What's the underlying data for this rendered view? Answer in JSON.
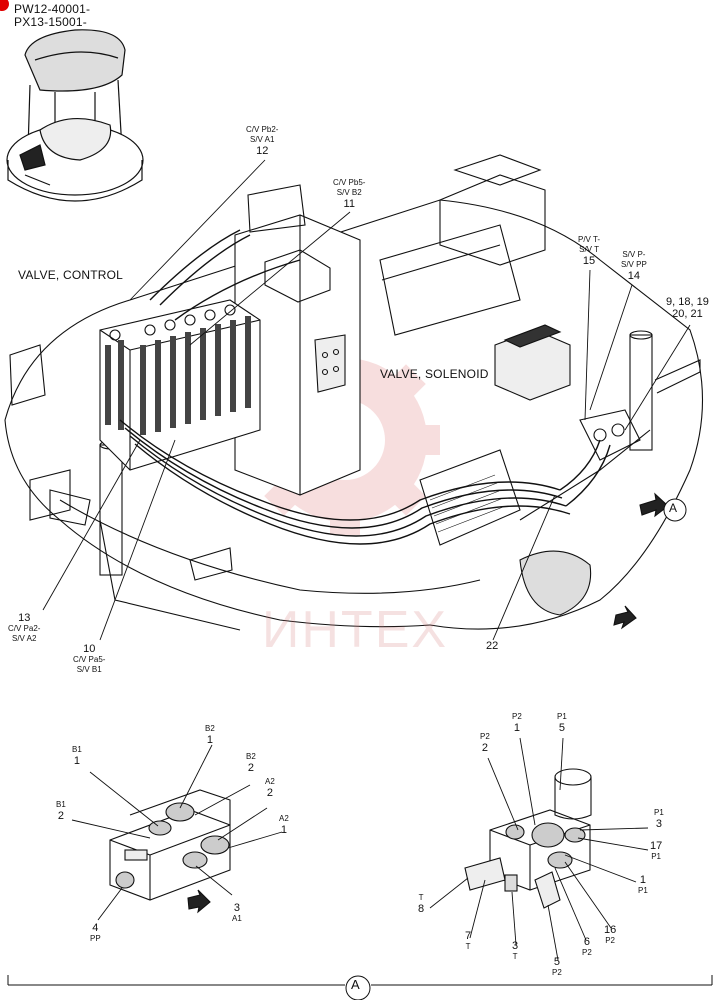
{
  "header": {
    "model_line_1": "PW12-40001-",
    "model_line_2": "PX13-15001-"
  },
  "captions": {
    "valve_control": "VALVE, CONTROL",
    "valve_solenoid": "VALVE, SOLENOID"
  },
  "watermark_text": "ИНТЕХ",
  "main_callouts": [
    {
      "id": "12",
      "sub1": "C/V Pb2-",
      "sub2": "S/V A1"
    },
    {
      "id": "11",
      "sub1": "C/V Pb5-",
      "sub2": "S/V B2"
    },
    {
      "id": "15",
      "sub1": "P/V T-",
      "sub2": "S/V T"
    },
    {
      "id": "14",
      "sub1": "S/V P-",
      "sub2": "S/V PP"
    },
    {
      "id": "9, 18, 19",
      "sub1": "",
      "sub2": ""
    },
    {
      "id": "20, 21",
      "sub1": "",
      "sub2": ""
    },
    {
      "id": "13",
      "sub1": "C/V Pa2-",
      "sub2": "S/V A2"
    },
    {
      "id": "10",
      "sub1": "C/V Pa5-",
      "sub2": "S/V B1"
    },
    {
      "id": "22",
      "sub1": "",
      "sub2": ""
    }
  ],
  "left_detail_callouts": [
    {
      "num": "1",
      "tag": "B2"
    },
    {
      "num": "2",
      "tag": "B2"
    },
    {
      "num": "2",
      "tag": "A2"
    },
    {
      "num": "1",
      "tag": "A2"
    },
    {
      "num": "1",
      "tag": "B1"
    },
    {
      "num": "2",
      "tag": "B1"
    },
    {
      "num": "3",
      "tag": "A1"
    },
    {
      "num": "4",
      "tag": "PP"
    }
  ],
  "right_detail_callouts": [
    {
      "num": "2",
      "tag": "P2"
    },
    {
      "num": "1",
      "tag": "P2"
    },
    {
      "num": "5",
      "tag": "P1"
    },
    {
      "num": "3",
      "tag": "P1"
    },
    {
      "num": "17",
      "tag": "P1"
    },
    {
      "num": "1",
      "tag": "P1"
    },
    {
      "num": "8",
      "tag": "T"
    },
    {
      "num": "7",
      "tag": "T"
    },
    {
      "num": "3",
      "tag": "T"
    },
    {
      "num": "5",
      "tag": "P2"
    },
    {
      "num": "6",
      "tag": "P2"
    },
    {
      "num": "16",
      "tag": "P2"
    }
  ],
  "view_marker": {
    "letter": "A",
    "bottom_letter": "A"
  },
  "colors": {
    "line": "#111111",
    "watermark": "#e8a8a8",
    "corner_mark": "#e00000"
  }
}
